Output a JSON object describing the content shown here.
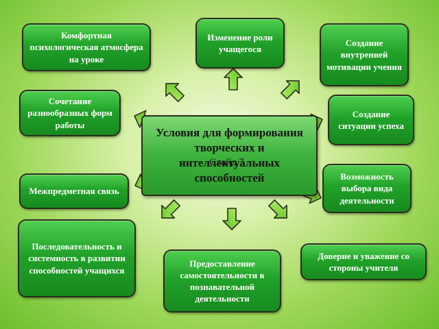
{
  "center": {
    "title": "Условия для формирования творческих и интеллектуальных способностей",
    "overlay": "Слайд 7"
  },
  "boxes": {
    "comfort": "Комфортная психологическая атмосфера  на уроке",
    "role": "Изменение роли учащегося",
    "motivation": "Создание внутренней мотивации учения",
    "forms": "Сочетание разнообразных форм работы",
    "success": "Создание ситуации успеха",
    "choice": "Возможность выбора вида деятельности",
    "interdisciplinary": "Межпредметная связь",
    "consistency": "Последовательность и системность в развитии способностей учащихся",
    "trust": "Доверие и уважение со стороны учителя",
    "independence": "Предоставление самостоятельности в познавательной деятельности"
  },
  "colors": {
    "box_fill": "#22a22a",
    "center_fill": "#3db23c",
    "arrow_fill": "#7ed83a",
    "border": "#2b2b1e"
  }
}
